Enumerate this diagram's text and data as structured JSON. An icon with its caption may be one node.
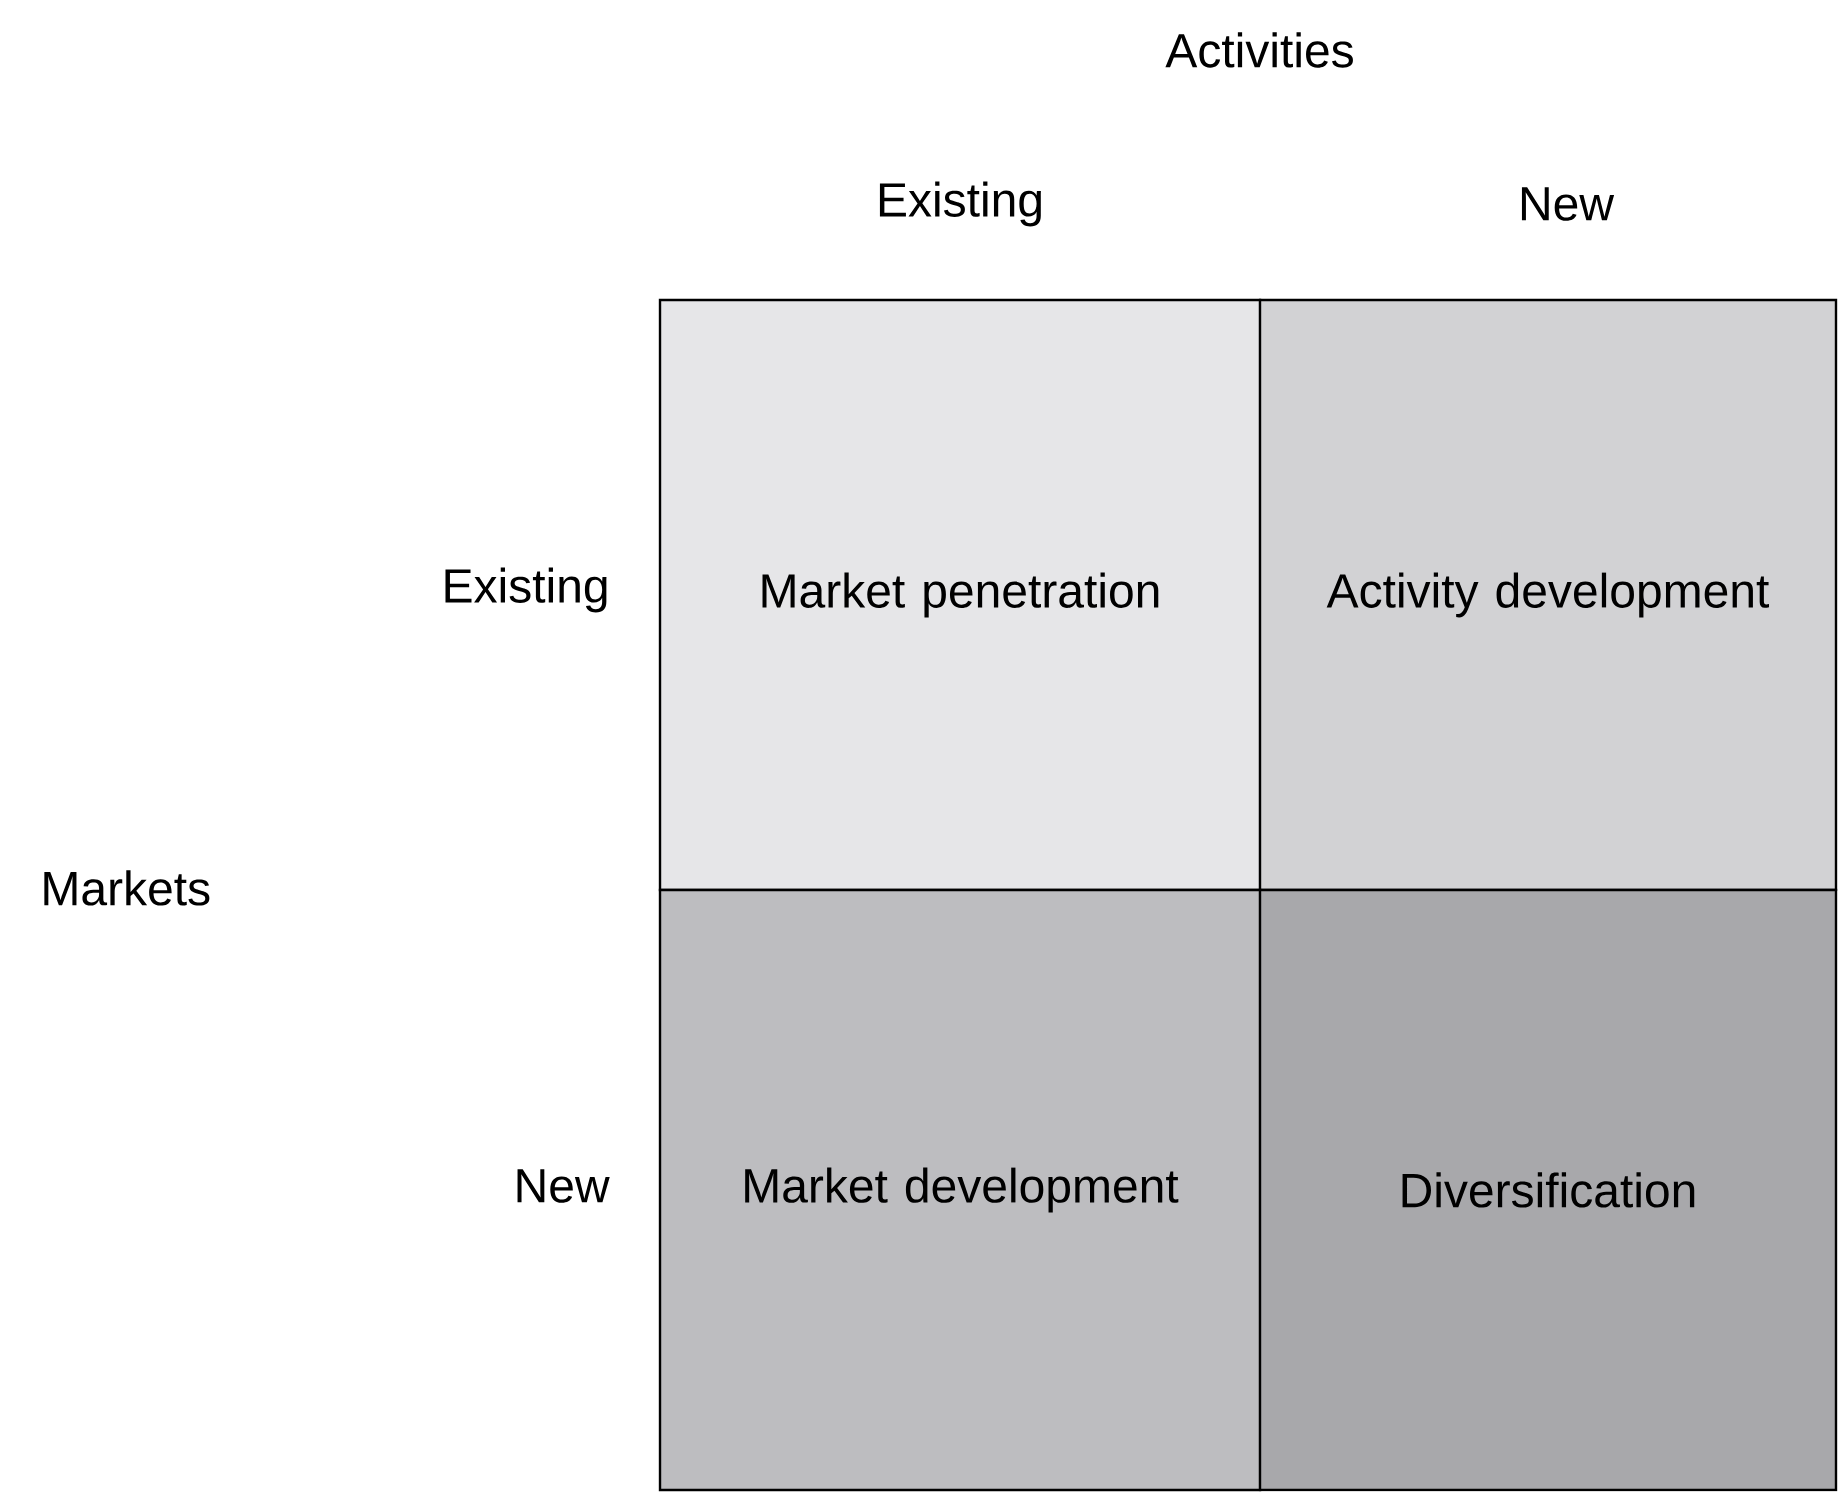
{
  "diagram": {
    "nodes": [
      {
        "text": [
          "Market penetration"
        ]
      },
      {
        "text": [
          "Activity development"
        ]
      },
      {
        "text": [
          "Market development"
        ]
      },
      {
        "text": [
          "Diversification"
        ]
      }
    ],
    "labels": [
      "Activities",
      "Existing",
      "New",
      "Existing",
      "Markets",
      "New"
    ]
  }
}
